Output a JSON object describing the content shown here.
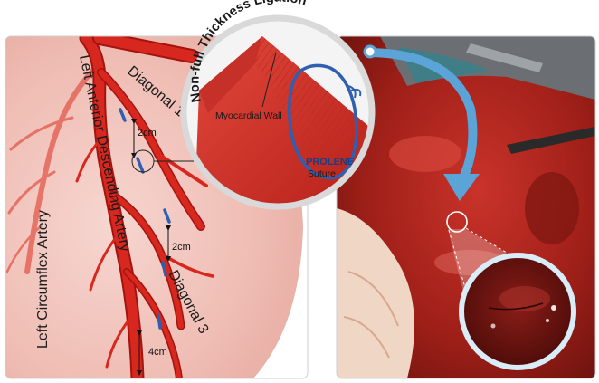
{
  "figure": {
    "panel_left": "illustration",
    "panel_right": "surgical-photo"
  },
  "labels": {
    "left_circumflex": "Left Circumflex Artery",
    "lad": "Left Anterior Descending Artery",
    "diagonal_1": "Diagonal 1",
    "diagonal_3": "Diagonal 3",
    "dist_1": "2cm",
    "dist_2": "2cm",
    "dist_3": "4cm",
    "inset_title": "Non-full Thickness Ligation",
    "myocardial_wall": "Myocardial Wall",
    "prolene": "PROLENE",
    "suture": "Suture"
  },
  "colors": {
    "heart_bg": "#f3c9c2",
    "artery": "#d8271f",
    "artery_dark": "#a3140f",
    "ligation_marks": "#2f5fb0",
    "inset_ring": "#d9d9d9",
    "arrow": "#5aa4d8",
    "photo_tissue": "#b3261e"
  }
}
